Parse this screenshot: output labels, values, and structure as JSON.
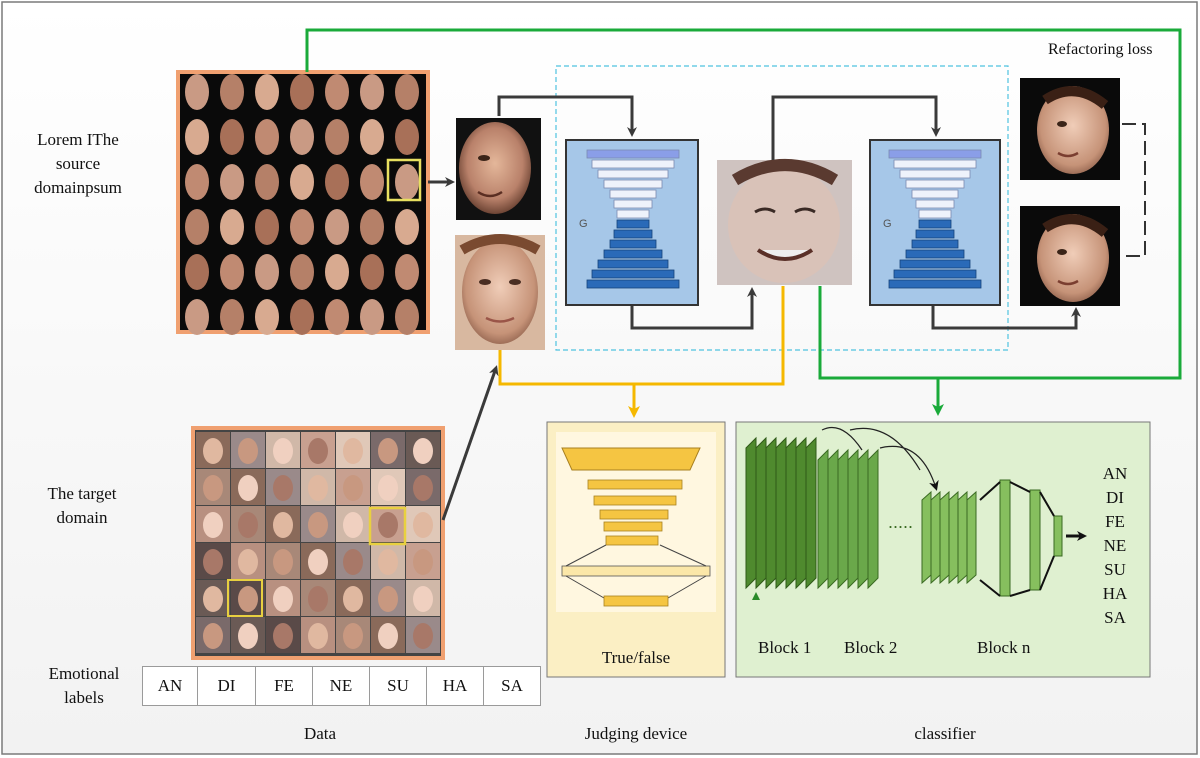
{
  "labels": {
    "source_domain": "Lorem IThe source domainpsum",
    "target_domain": "The target domain",
    "emotional_labels": "Emotional labels",
    "refactoring_loss": "Refactoring loss",
    "true_false": "True/false",
    "block1": "Block 1",
    "block2": "Block 2",
    "blockn": "Block n",
    "data_caption": "Data",
    "judging_caption": "Judging device",
    "classifier_caption": "classifier",
    "generator_letter": "G"
  },
  "emotion_cells": [
    "AN",
    "DI",
    "FE",
    "NE",
    "SU",
    "HA",
    "SA"
  ],
  "classifier_outputs": [
    "AN",
    "DI",
    "FE",
    "NE",
    "SU",
    "HA",
    "SA"
  ],
  "colors": {
    "source_border": "#f0a070",
    "target_border": "#f0a070",
    "green_line": "#1aaa3a",
    "yellow_line": "#f5b800",
    "dark_arrow": "#3a3a3a",
    "generator_bg": "#a6c7e8",
    "judging_bg": "#fbefc4",
    "classifier_bg": "#dff0d0",
    "dashed_box": "#4fc3e0"
  }
}
